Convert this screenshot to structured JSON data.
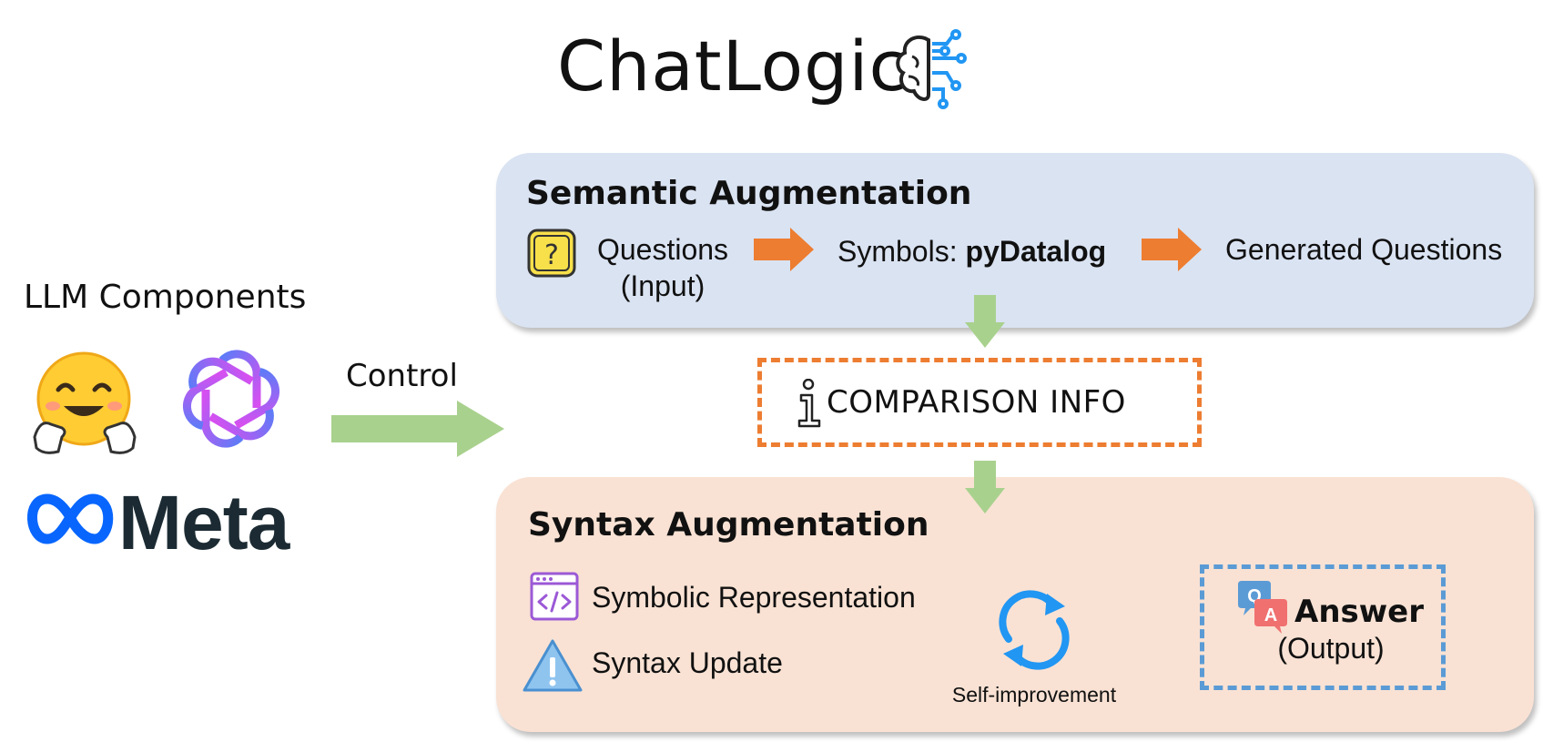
{
  "title": "ChatLogic",
  "llm": {
    "heading": "LLM Components",
    "meta_label": "Meta"
  },
  "control_label": "Control",
  "semantic": {
    "title": "Semantic Augmentation",
    "questions_line1": "Questions",
    "questions_line2": "(Input)",
    "symbols_prefix": "Symbols: ",
    "symbols_bold": "pyDatalog",
    "generated": "Generated Questions"
  },
  "comparison": "COMPARISON INFO",
  "syntax": {
    "title": "Syntax Augmentation",
    "symbolic": "Symbolic Representation",
    "update": "Syntax Update",
    "self_improvement": "Self-improvement",
    "answer_line1": "Answer",
    "answer_line2": "(Output)"
  },
  "colors": {
    "semantic_bg": "#dae3f2",
    "syntax_bg": "#f9e2d4",
    "orange": "#ed7d31",
    "green": "#a9d18e",
    "blue": "#5b9bd5"
  }
}
